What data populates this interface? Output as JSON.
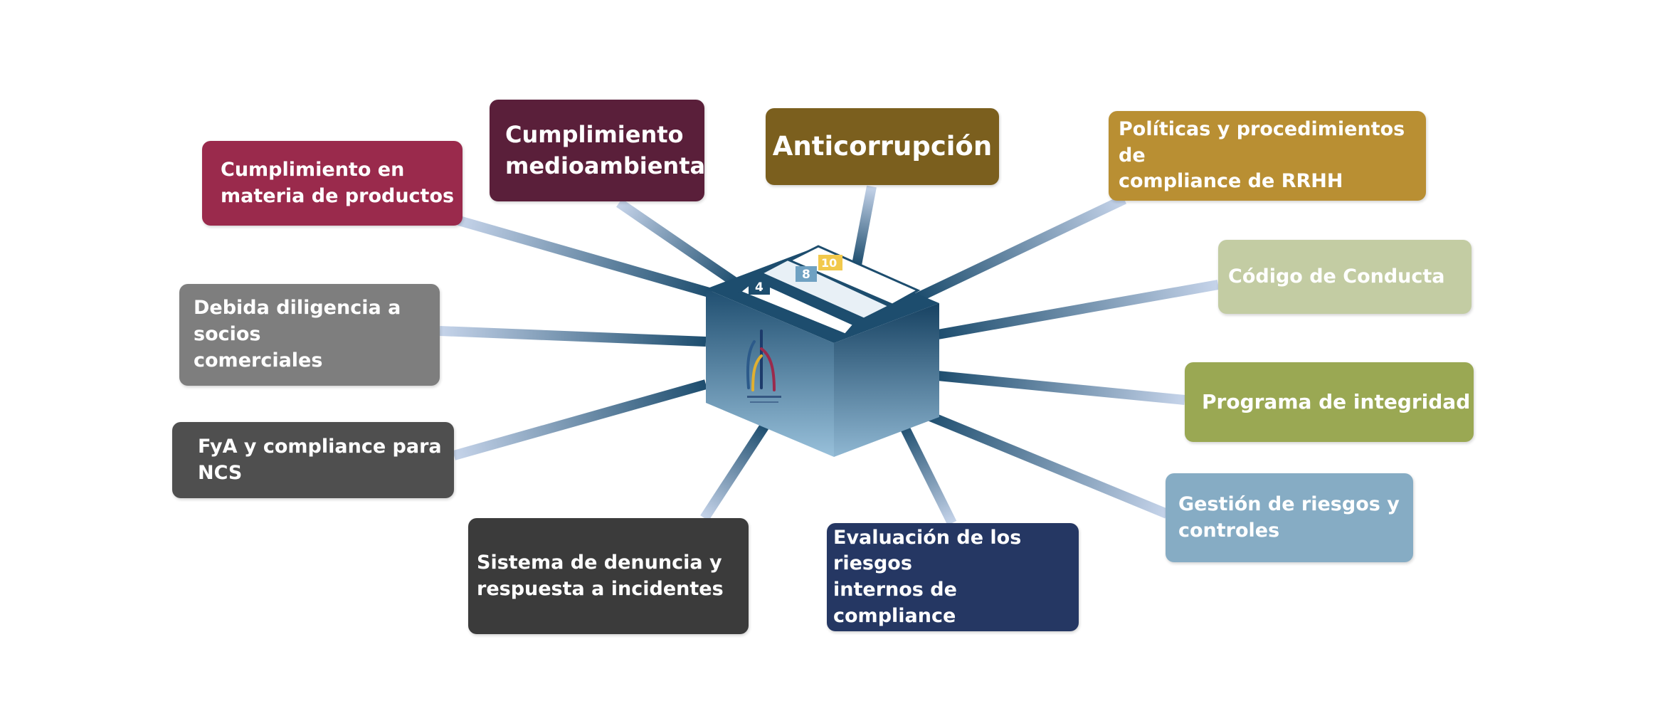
{
  "diagram": {
    "hub": {
      "tab_labels": [
        "4",
        "8",
        "10"
      ],
      "colors": {
        "top": "#1d4d6e",
        "front_top": "#1f4e70",
        "front_bottom": "#98c0da",
        "accent": "#f2c94c"
      }
    },
    "nodes": [
      {
        "id": "productos",
        "label": "Cumplimiento en\nmateria de productos",
        "color": "#9a2a4c"
      },
      {
        "id": "medioambiental",
        "label": "Cumplimiento\nmedioambiental",
        "color": "#5a1f3a"
      },
      {
        "id": "anticorrupcion",
        "label": "Anticorrupción",
        "color": "#7b5f1e"
      },
      {
        "id": "rrhh",
        "label": "Políticas y procedimientos de\ncompliance de RRHH",
        "color": "#b98f33"
      },
      {
        "id": "conducta",
        "label": "Código de Conducta",
        "color": "#c3cca3"
      },
      {
        "id": "integridad",
        "label": "Programa de integridad",
        "color": "#9aa853"
      },
      {
        "id": "riesgos",
        "label": "Gestión de riesgos y\ncontroles",
        "color": "#86acc4"
      },
      {
        "id": "evaluacion",
        "label": "Evaluación de los riesgos\ninternos de compliance",
        "color": "#253763"
      },
      {
        "id": "denuncia",
        "label": "Sistema de denuncia y\nrespuesta a incidentes",
        "color": "#3b3b3b"
      },
      {
        "id": "ncs",
        "label": "FyA y compliance para NCS",
        "color": "#4f4f4f"
      },
      {
        "id": "socios",
        "label": "Debida diligencia a socios\ncomerciales",
        "color": "#7e7e7e"
      }
    ],
    "connector_colors": {
      "dark": "#1d4d6e",
      "light": "#c6d4ea"
    }
  }
}
